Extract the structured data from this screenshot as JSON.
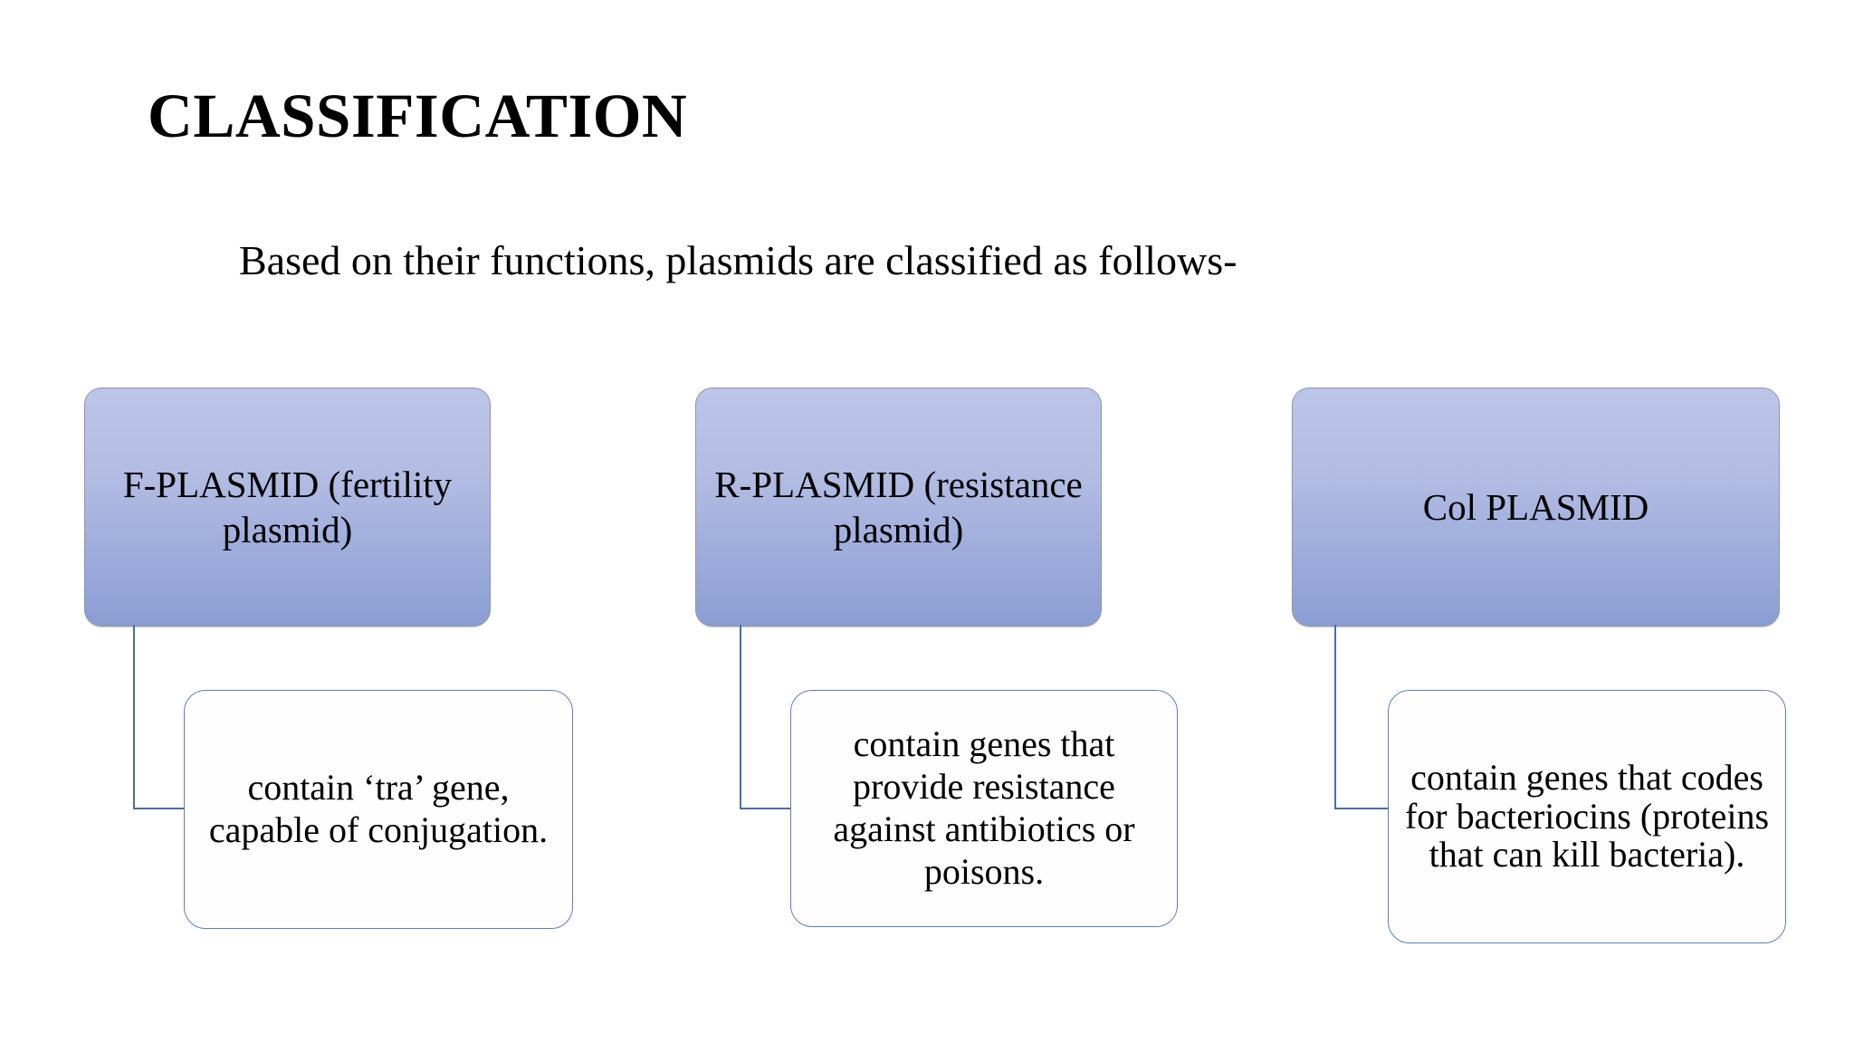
{
  "slide": {
    "title": "CLASSIFICATION",
    "subtitle": "Based on their functions, plasmids are classified as follows-",
    "background_color": "#ffffff",
    "text_color": "#000000"
  },
  "colors": {
    "box_gradient_top": "#bcc5e8",
    "box_gradient_bottom": "#8a9dd3",
    "box_border": "#8f97a8",
    "desc_border": "#5d7fb9",
    "connector": "#4a6fa5",
    "desc_fill": "#fefefe"
  },
  "categories": [
    {
      "label": "F-PLASMID (fertility plasmid)",
      "description": "contain ‘tra’ gene, capable of conjugation."
    },
    {
      "label": "R-PLASMID (resistance plasmid)",
      "description": "contain genes that provide resistance against antibiotics or poisons."
    },
    {
      "label": "Col PLASMID",
      "description": "contain genes that codes for bacteriocins (proteins that can kill bacteria)."
    }
  ]
}
